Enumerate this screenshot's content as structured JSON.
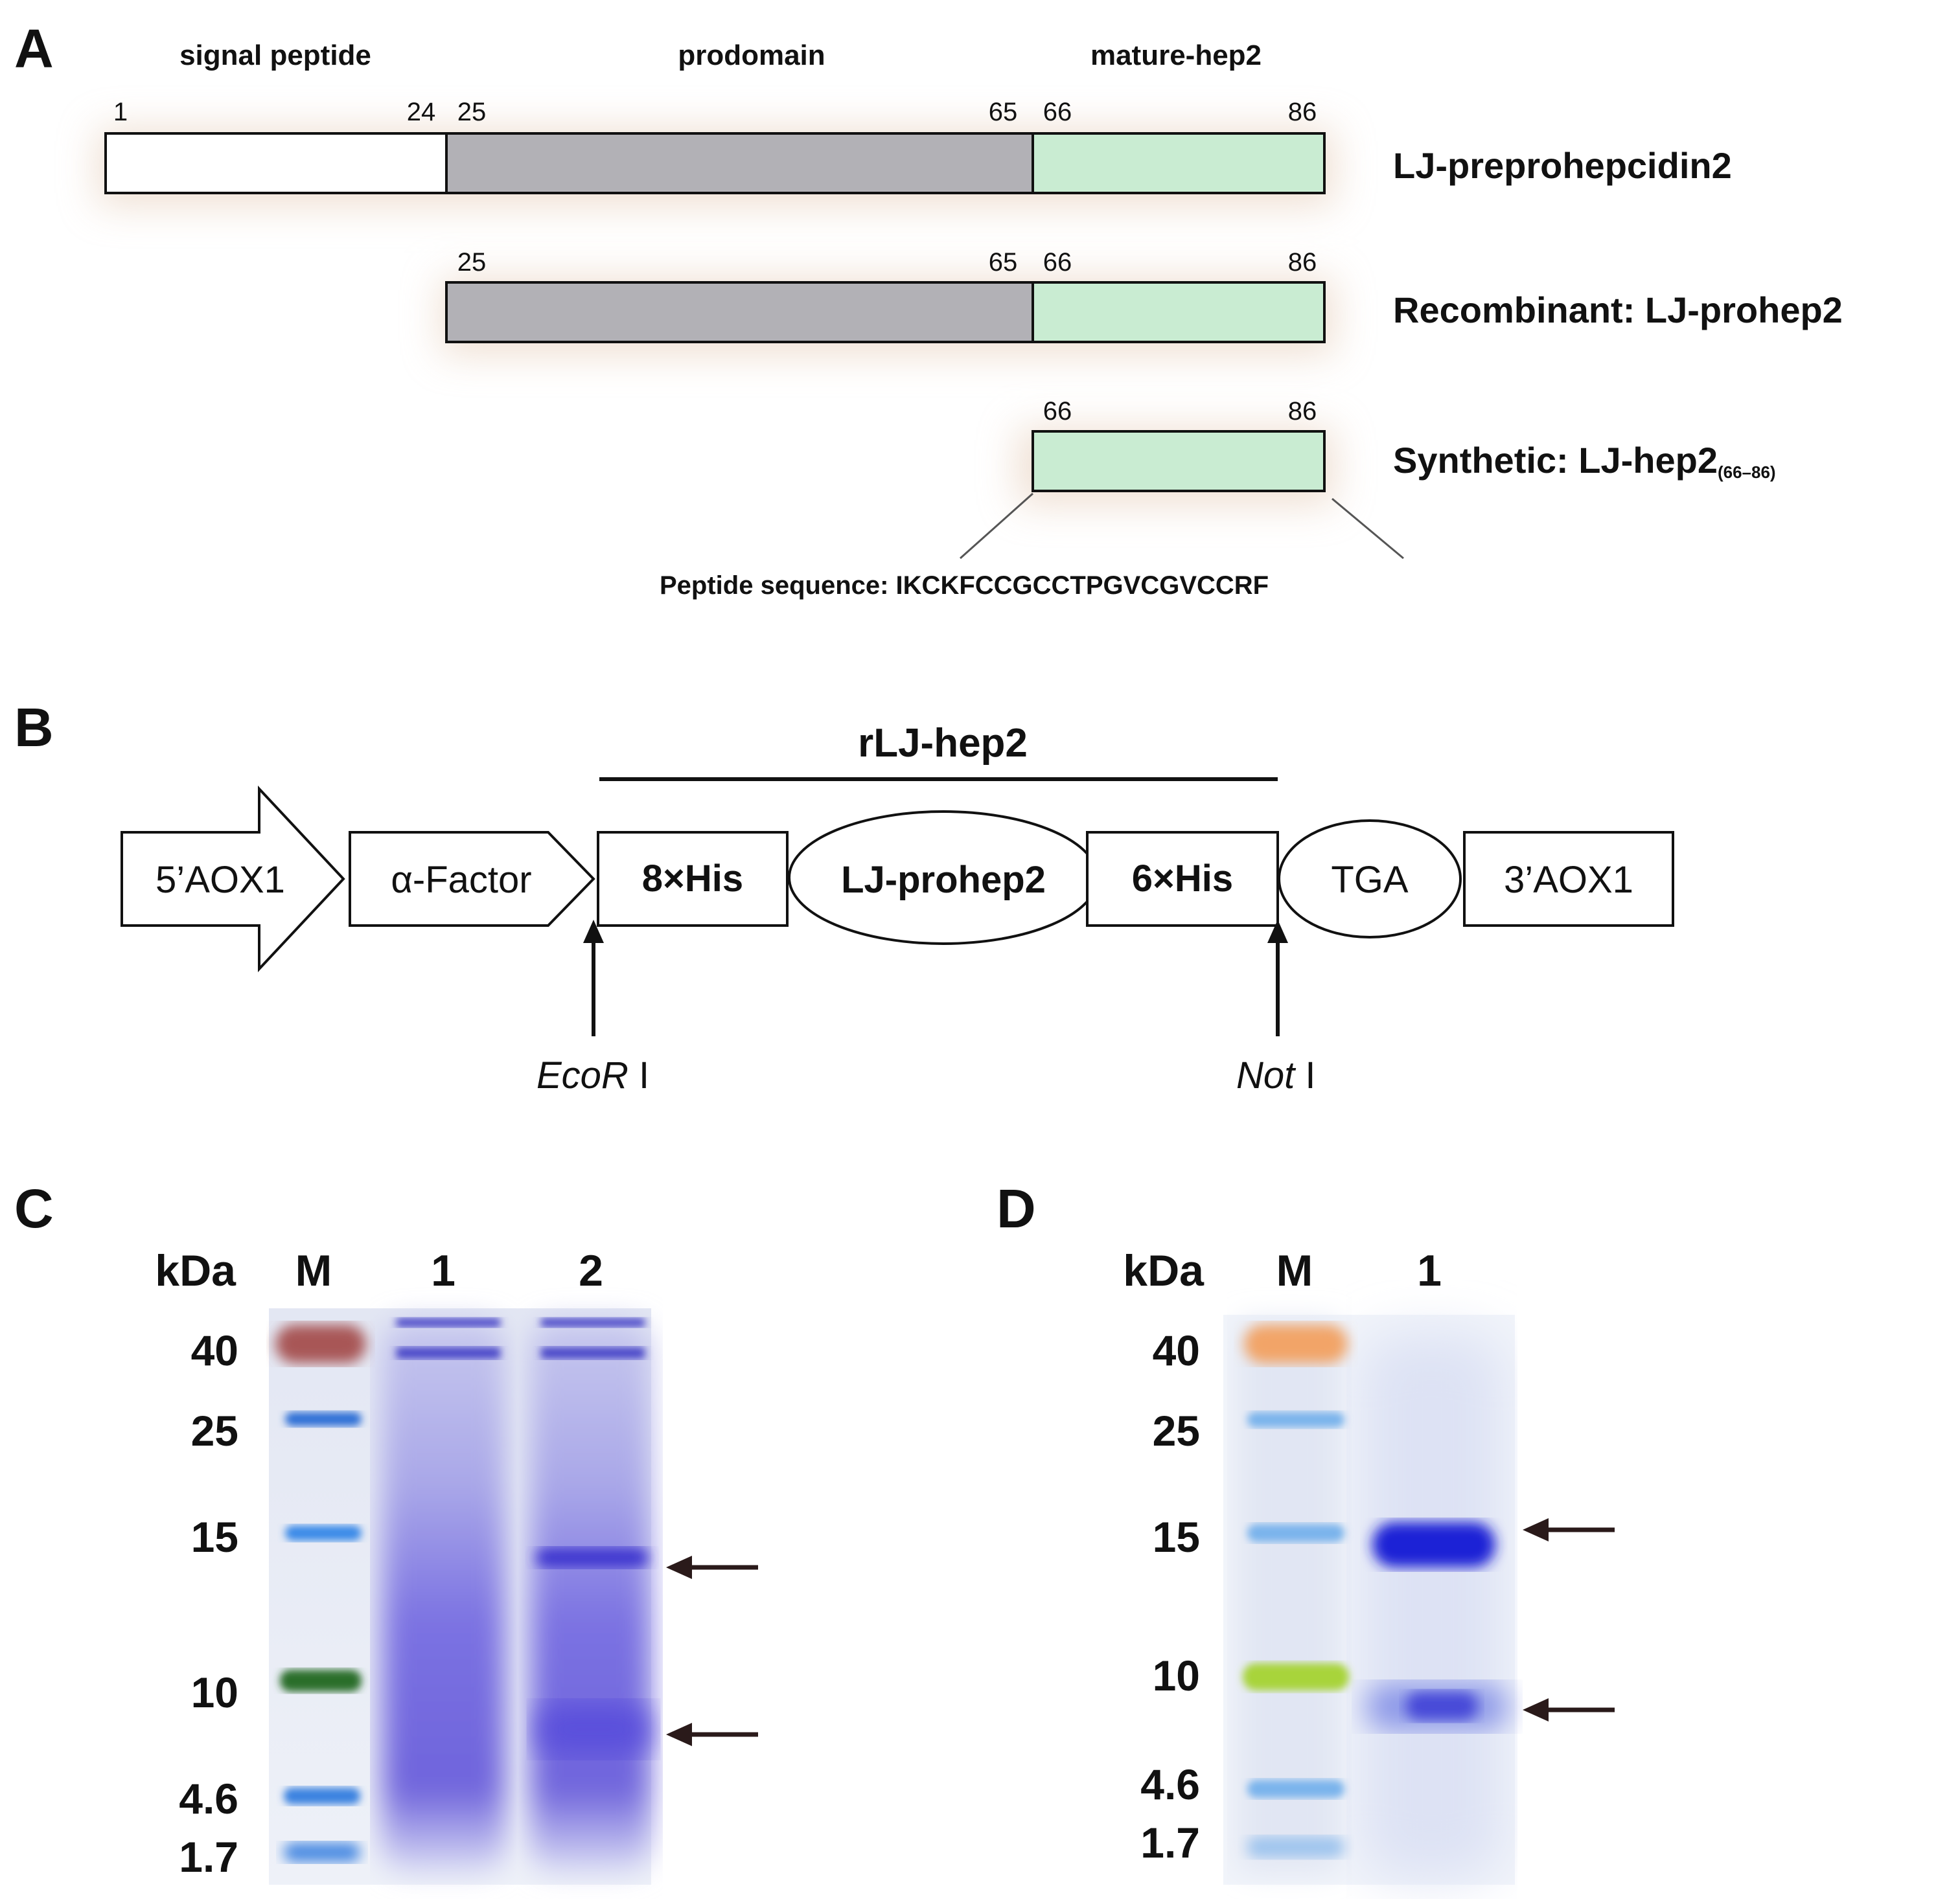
{
  "panels": {
    "a": "A",
    "b": "B",
    "c": "C",
    "d": "D"
  },
  "panel_a": {
    "domain_headers": [
      "signal peptide",
      "prodomain",
      "mature-hep2"
    ],
    "full": {
      "label": "LJ-preprohepcidin2",
      "numbers": [
        "1",
        "24",
        "25",
        "65",
        "66",
        "86"
      ]
    },
    "recombinant": {
      "label": "Recombinant: LJ-prohep2",
      "numbers": [
        "25",
        "65",
        "66",
        "86"
      ]
    },
    "synthetic": {
      "label_main": "Synthetic: LJ-hep2",
      "label_sub": "(66–86)",
      "numbers": [
        "66",
        "86"
      ]
    },
    "sequence": "Peptide sequence: IKCKFCCGCCTPGVCGVCCRF",
    "colors": {
      "signal": "#ffffff",
      "prodomain": "#b2b1b6",
      "mature": "#c9ecd2",
      "shadow": "#e3c7b0"
    }
  },
  "panel_b": {
    "title": "rLJ-hep2",
    "elements": [
      "5’AOX1",
      "α-Factor",
      "8×His",
      "LJ-prohep2",
      "6×His",
      "TGA",
      "3’AOX1"
    ],
    "sites": {
      "ecor_italic": "EcoR",
      "ecor_roman": " I",
      "not_italic": "Not",
      "not_roman": " I"
    }
  },
  "panel_c": {
    "unit": "kDa",
    "lanes": [
      "M",
      "1",
      "2"
    ],
    "markers": [
      "40",
      "25",
      "15",
      "10",
      "4.6",
      "1.7"
    ]
  },
  "panel_d": {
    "unit": "kDa",
    "lanes": [
      "M",
      "1"
    ],
    "markers": [
      "40",
      "25",
      "15",
      "10",
      "4.6",
      "1.7"
    ]
  }
}
